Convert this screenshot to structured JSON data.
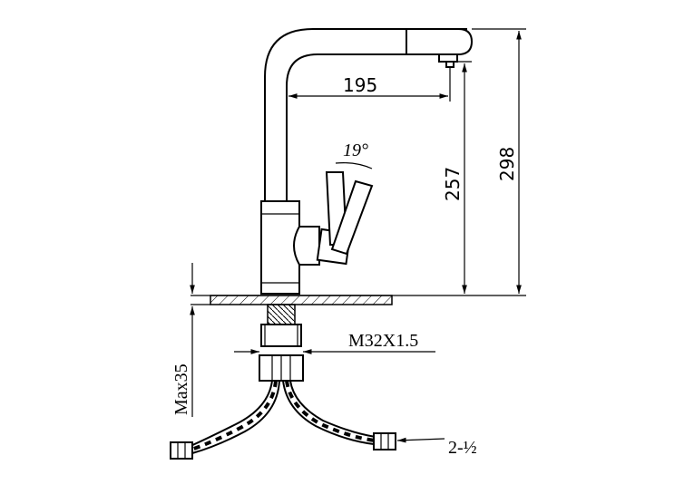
{
  "dimensions": {
    "spout_reach": "195",
    "spout_height": "257",
    "total_height": "298",
    "handle_angle": "19°",
    "thread": "M32X1.5",
    "max_counter_thickness": "Max35",
    "hose_connection": "2-½"
  },
  "colors": {
    "line": "#000000",
    "background": "#ffffff"
  }
}
